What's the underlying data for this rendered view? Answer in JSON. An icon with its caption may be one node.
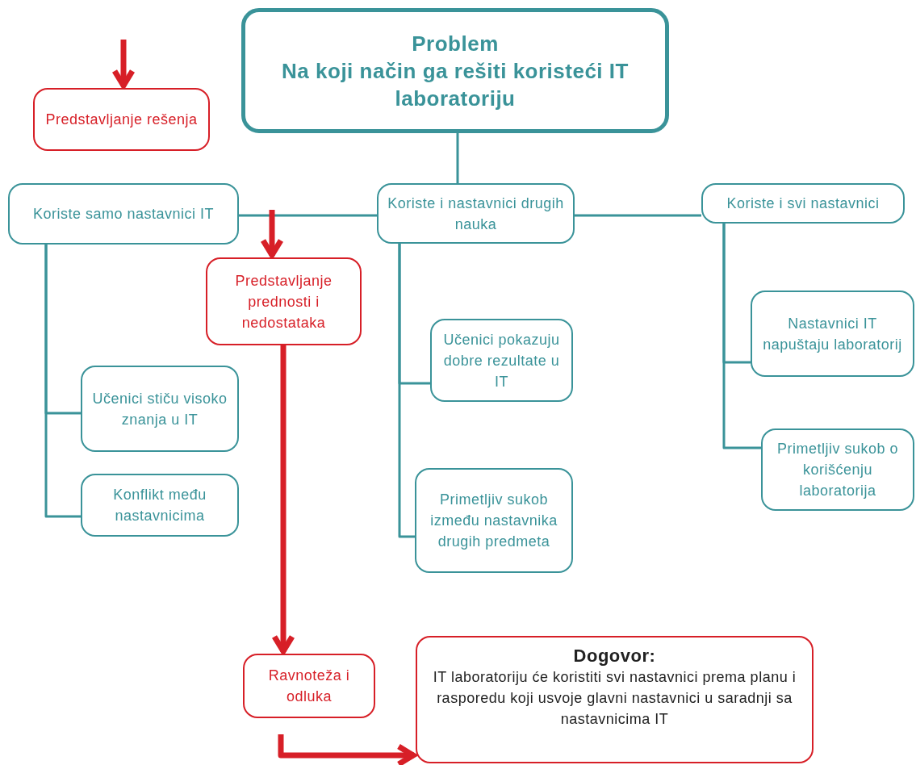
{
  "diagram": {
    "nodes": [
      {
        "text": [
          "Problem",
          "Na koji način ga rešiti koristeći IT laboratoriju"
        ]
      },
      {
        "text": [
          "Predstavljanje rešenja"
        ]
      },
      {
        "text": [
          "Koriste samo nastavnici IT"
        ]
      },
      {
        "text": [
          "Koriste i nastavnici drugih nauka"
        ]
      },
      {
        "text": [
          "Koriste i svi nastavnici"
        ]
      },
      {
        "text": [
          "Predstavljanje prednosti i nedostataka"
        ]
      },
      {
        "text": [
          "Učenici pokazuju dobre rezultate u IT"
        ]
      },
      {
        "text": [
          "Nastavnici IT napuštaju laboratorij"
        ]
      },
      {
        "text": [
          "Učenici stiču visoko znanja u IT"
        ]
      },
      {
        "text": [
          "Primetljiv sukob o korišćenju laboratorija"
        ]
      },
      {
        "text": [
          "Konflikt među nastavnicima"
        ]
      },
      {
        "text": [
          "Primetljiv sukob između nastavnika drugih predmeta"
        ]
      },
      {
        "text": [
          "Ravnoteža i odluka"
        ]
      },
      {
        "text": [
          "Dogovor:",
          "IT laboratoriju će koristiti svi nastavnici prema planu i rasporedu koji usvoje glavni nastavnici u saradnji sa nastavnicima IT"
        ]
      }
    ],
    "edges": [
      {
        "from": 0,
        "to": 3,
        "arrow": "none"
      },
      {
        "from": 3,
        "to": 2,
        "arrow": "none"
      },
      {
        "from": 3,
        "to": 4,
        "arrow": "none"
      },
      {
        "from": 2,
        "to": 8,
        "arrow": "none"
      },
      {
        "from": 2,
        "to": 10,
        "arrow": "none"
      },
      {
        "from": 3,
        "to": 6,
        "arrow": "none"
      },
      {
        "from": 3,
        "to": 11,
        "arrow": "none"
      },
      {
        "from": 4,
        "to": 7,
        "arrow": "none"
      },
      {
        "from": 4,
        "to": 9,
        "arrow": "none"
      },
      {
        "from": null,
        "to": 1,
        "arrow": "to",
        "style": "thick",
        "color": "#d71f27"
      },
      {
        "from": null,
        "to": 5,
        "arrow": "to",
        "style": "thick",
        "color": "#d71f27"
      },
      {
        "from": 5,
        "to": 12,
        "arrow": "to",
        "style": "thick",
        "color": "#d71f27"
      },
      {
        "from": 12,
        "to": 13,
        "arrow": "to",
        "style": "thick",
        "color": "#d71f27"
      }
    ]
  }
}
